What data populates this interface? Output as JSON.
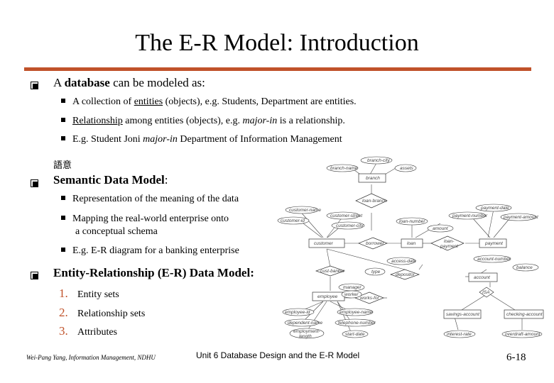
{
  "title": "The E-R Model: Introduction",
  "section1": {
    "heading_prefix": "A ",
    "heading_bold": "database",
    "heading_rest": " can be modeled as:",
    "bullets": [
      {
        "pre": "A collection of ",
        "u": "entities",
        "post": " (objects), e.g. Students, Department are entities."
      },
      {
        "pre": "",
        "u": "Relationship",
        "post": " among entities (objects), e.g. ",
        "ital": "major-in",
        "post2": " is a relationship."
      },
      {
        "pre": "E.g. Student Joni ",
        "ital": "major-in",
        "post": " Department of Information Management"
      }
    ]
  },
  "annotation_chinese": "語意",
  "section2": {
    "heading": "Semantic Data Model",
    "heading_colon": ":",
    "bullets": [
      "Representation of the meaning of the data",
      "Mapping the real-world enterprise onto",
      "a conceptual schema",
      "E.g. E-R diagram for a banking enterprise"
    ]
  },
  "section3": {
    "heading": "Entity-Relationship (E-R) Data Model:",
    "items": [
      {
        "num": "1.",
        "label": "Entity sets"
      },
      {
        "num": "2.",
        "label": "Relationship sets"
      },
      {
        "num": "3.",
        "label": "Attributes"
      }
    ]
  },
  "footer": {
    "left": "Wei-Pang Yang, Information Management, NDHU",
    "middle": "Unit 6  Database Design and the E-R Model",
    "right": "6-18"
  },
  "diagram": {
    "entities": [
      "branch",
      "customer",
      "loan",
      "payment",
      "employee",
      "account",
      "savings-account",
      "checking-account"
    ],
    "relationships": [
      "loan-branch",
      "borrower",
      "loan-payment",
      "cust-banker",
      "depositor",
      "works-for",
      "ISA"
    ],
    "attributes": [
      "branch-city",
      "branch-name",
      "assets",
      "customer-name",
      "customer-street",
      "customer-city",
      "customer-id",
      "loan-number",
      "amount",
      "payment-date",
      "payment-number",
      "payment-amount",
      "access-date",
      "type",
      "balance",
      "account-number",
      "manager",
      "worker",
      "employee-id",
      "employee-name",
      "dependent-name",
      "telephone-number",
      "employment-length",
      "start-date",
      "interest-rate",
      "overdraft-amount"
    ]
  },
  "colors": {
    "rule": "#c0522a",
    "number": "#c0522a"
  }
}
